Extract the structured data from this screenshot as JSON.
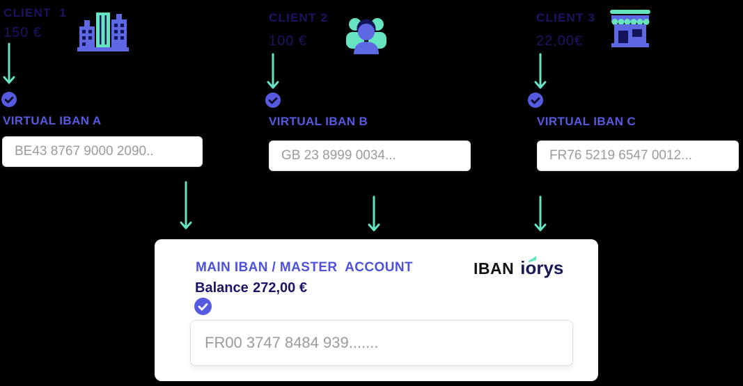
{
  "colors": {
    "background": "#000000",
    "navy_text": "#1b1464",
    "purple_accent": "#565ae0",
    "teal_arrow": "#66e3c0",
    "input_text_gray": "#9b9b9b",
    "card_title_purple": "#4d52d8",
    "logo_black": "#111111",
    "logo_navy": "#191958"
  },
  "clients": [
    {
      "label": "CLIENT  1",
      "amount": "150 €",
      "icon": "building-icon",
      "iban_label": "VIRTUAL IBAN A",
      "iban_value": "BE43 8767 9000 2090.."
    },
    {
      "label": "CLIENT 2",
      "amount": "100 €",
      "icon": "people-icon",
      "iban_label": "VIRTUAL IBAN B",
      "iban_value": "GB 23 8999 0034..."
    },
    {
      "label": "CLIENT 3",
      "amount": "22,00€",
      "icon": "store-icon",
      "iban_label": "VIRTUAL IBAN C",
      "iban_value": "FR76 5219 6547 0012..."
    }
  ],
  "master": {
    "title": "MAIN IBAN / MASTER  ACCOUNT",
    "balance_label": "Balance",
    "balance_value": "272,00 €",
    "iban_value": "FR00 3747 8484 939.......",
    "logo_part1": "IBAN",
    "logo_part2": "iorys"
  }
}
